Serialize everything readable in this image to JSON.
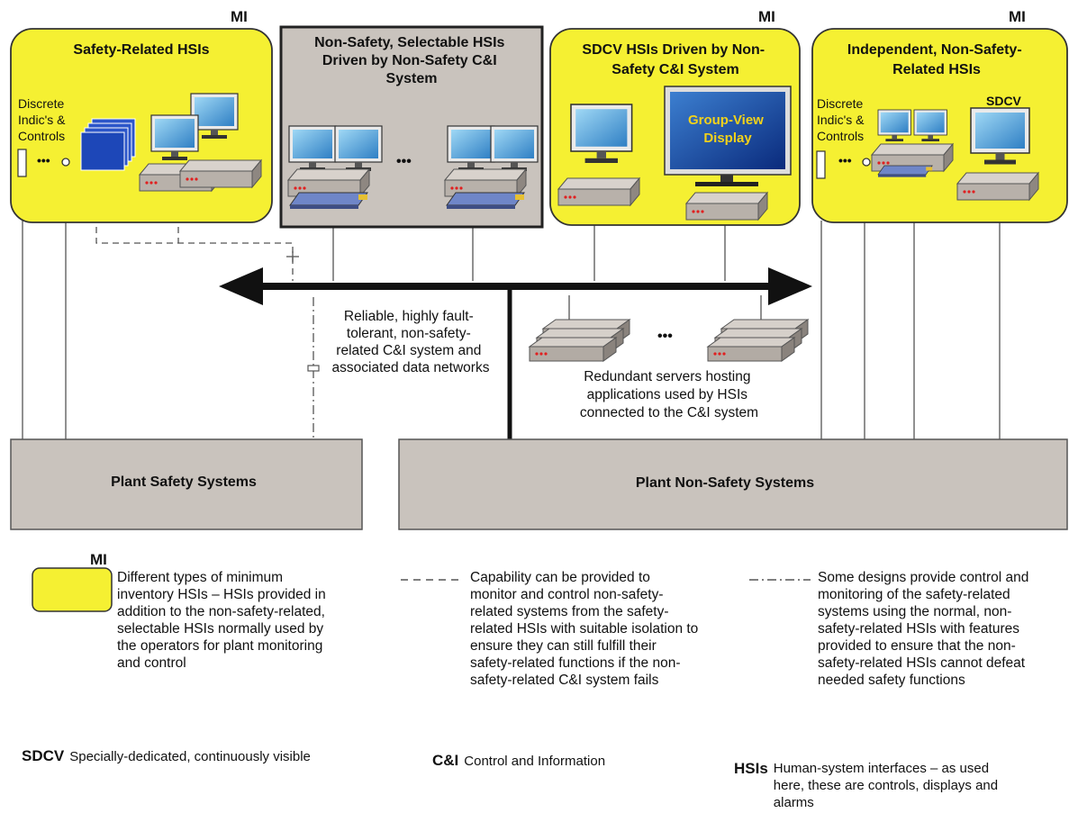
{
  "groups": {
    "safety_related": {
      "title_lines": [
        "Safety-Related HSIs"
      ],
      "tag": "MI",
      "discrete_lines": [
        "Discrete",
        "Indic's &",
        "Controls"
      ]
    },
    "non_safety_selectable": {
      "title_lines": [
        "Non-Safety, Selectable HSIs",
        "Driven by Non-Safety C&I",
        "System"
      ]
    },
    "sdcv_driven": {
      "title_lines": [
        "SDCV HSIs Driven by Non-",
        "Safety C&I System"
      ],
      "tag": "MI",
      "display_lines": [
        "Group-View",
        "Display"
      ]
    },
    "independent": {
      "title_lines": [
        "Independent, Non-Safety-",
        "Related HSIs"
      ],
      "tag": "MI",
      "discrete_lines": [
        "Discrete",
        "Indic's &",
        "Controls"
      ],
      "sdcv_label": "SDCV"
    }
  },
  "ellipsis": "•••",
  "network_label_lines": [
    "Reliable, highly fault-",
    "tolerant, non-safety-",
    "related C&I system and",
    "associated data networks"
  ],
  "servers_label_lines": [
    "Redundant servers hosting",
    "applications used by HSIs",
    "connected to the C&I system"
  ],
  "plant_safety": "Plant Safety Systems",
  "plant_non_safety": "Plant Non-Safety Systems",
  "legend": {
    "mi_tag": "MI",
    "mi_text": "Different types of minimum\ninventory HSIs – HSIs provided in\naddition to the non-safety-related,\nselectable HSIs normally used by\nthe operators for plant monitoring\nand control",
    "dashed_text": "Capability can be provided to\nmonitor and control non-safety-\nrelated systems from the safety-\nrelated HSIs with suitable isolation to\nensure they can still fulfill their\nsafety-related functions if the non-\nsafety-related C&I system fails",
    "dashdot_text": "Some designs provide control and\nmonitoring of the safety-related\nsystems using the normal, non-\nsafety-related HSIs with features\nprovided to ensure that the non-\nsafety-related HSIs cannot defeat\nneeded safety functions"
  },
  "abbreviations": {
    "sdcv": {
      "term": "SDCV",
      "definition": "Specially-dedicated, continuously visible"
    },
    "ci": {
      "term": "C&I",
      "definition": "Control and Information"
    },
    "hsis": {
      "term": "HSIs",
      "definition": "Human-system interfaces – as used\nhere, these are controls, displays and\nalarms"
    }
  },
  "colors": {
    "mi_yellow": "#f5f032",
    "gray_box": "#c9c3bd",
    "line": "#444444"
  }
}
